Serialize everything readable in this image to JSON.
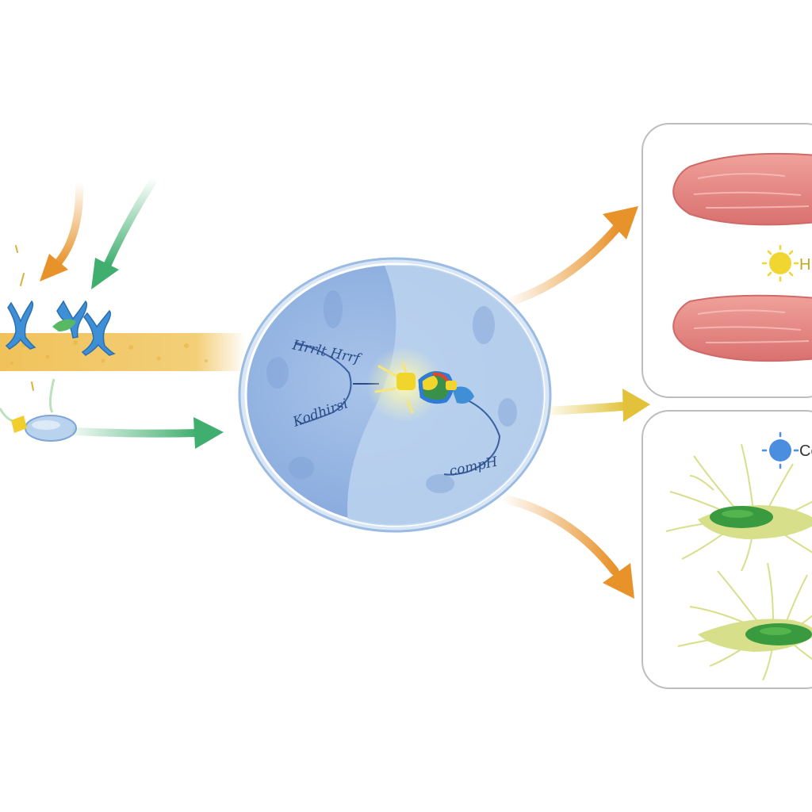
{
  "nucleus": {
    "text_upper": "Hrrlt Hrrf",
    "text_mid": "Kodhirsi",
    "text_lower": "compH"
  },
  "panels": {
    "top_label": "H",
    "bottom_label": "Co"
  },
  "colors": {
    "membrane": "#f0c25a",
    "receptor": "#3e8fd6",
    "nucleus_fill": "#8fb3e2",
    "nucleus_light": "#bcd3ef",
    "arrow_orange": "#e8922a",
    "arrow_green": "#3fae6e",
    "arrow_yellow": "#e2c23a",
    "muscle": "#e27f7b",
    "neuron_body": "#d8df8a",
    "neuron_core": "#3a9a3f",
    "sun_icon": "#f1d530",
    "blue_star_icon": "#4b8ee0"
  }
}
